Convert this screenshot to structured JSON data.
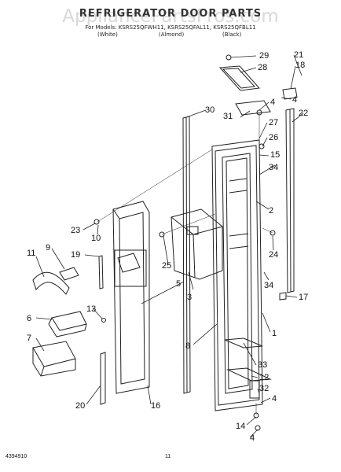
{
  "header": {
    "watermark": "AppliancePartsPros.com",
    "title": "REFRIGERATOR DOOR PARTS",
    "models": "For Models: KSRS25QFWH11, KSRS25QFAL11, KSRS25QFBL11",
    "variants": [
      "(White)",
      "(Almond)",
      "(Black)"
    ]
  },
  "callouts": [
    "29",
    "28",
    "21",
    "18",
    "4",
    "4",
    "31",
    "30",
    "22",
    "27",
    "26",
    "15",
    "34",
    "2",
    "23",
    "10",
    "24",
    "11",
    "9",
    "19",
    "25",
    "3",
    "5",
    "34",
    "17",
    "13",
    "6",
    "7",
    "8",
    "1",
    "33",
    "12",
    "32",
    "4",
    "20",
    "16",
    "14",
    "4"
  ],
  "footer": {
    "left": "4394910",
    "right": "11"
  }
}
